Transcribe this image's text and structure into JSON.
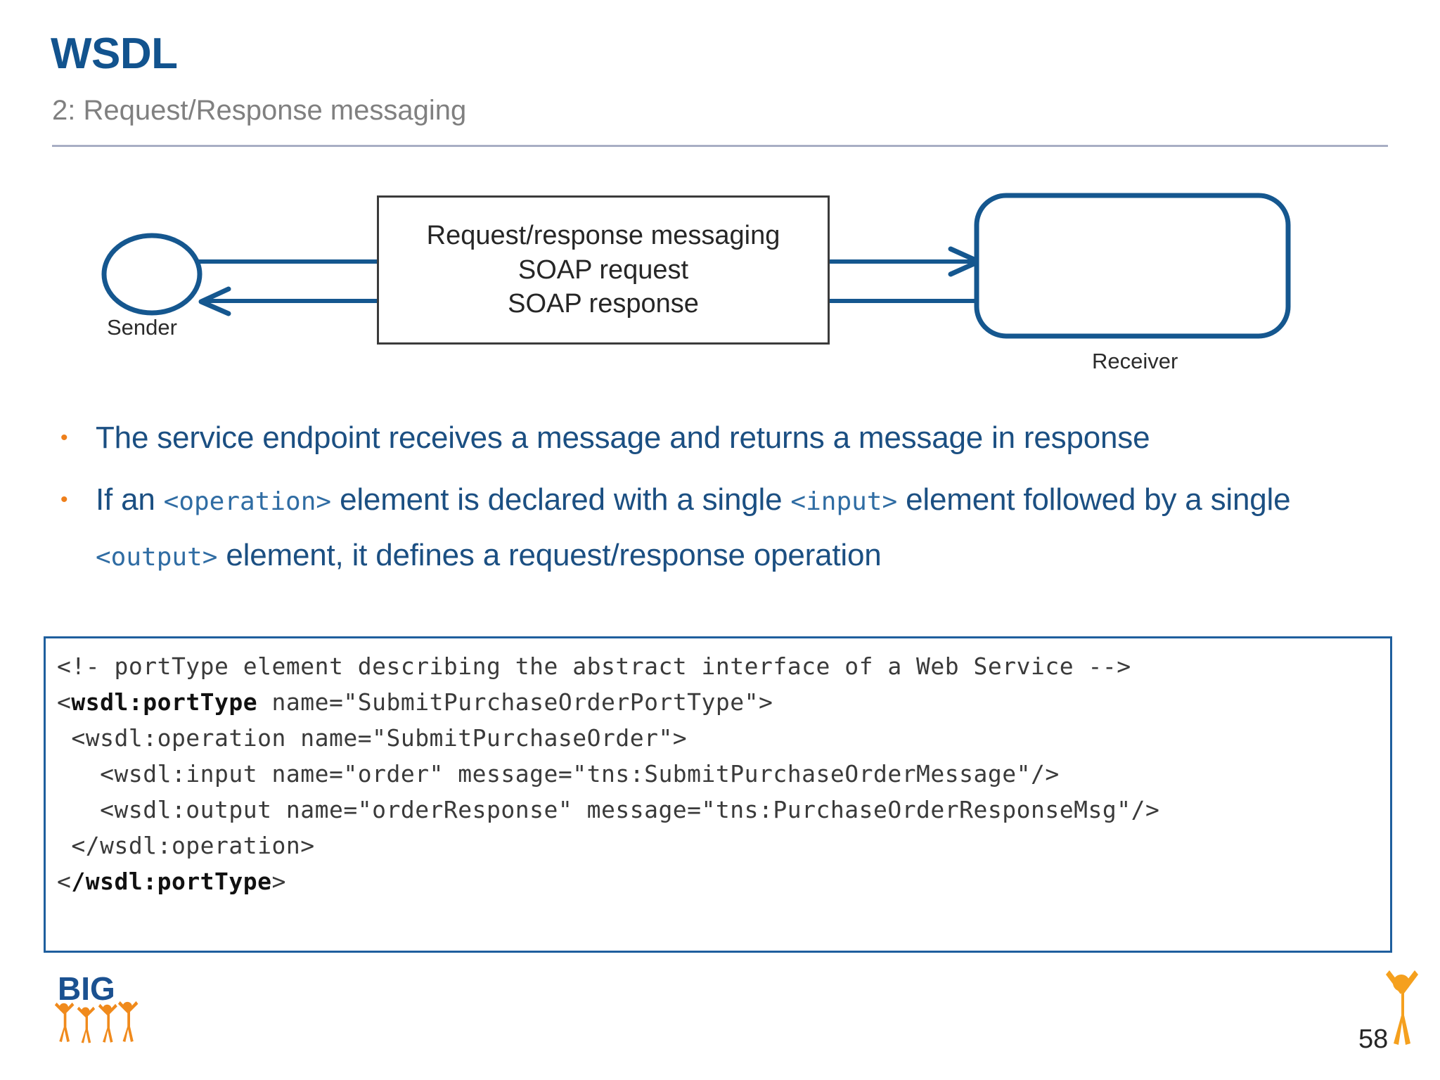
{
  "header": {
    "title": "WSDL",
    "subtitle": "2: Request/Response messaging",
    "title_color": "#12538e",
    "subtitle_color": "#808080",
    "rule_color": "#a8aec4"
  },
  "diagram": {
    "sender_label": "Sender",
    "receiver_label": "Receiver",
    "box_lines": [
      "Request/response messaging",
      "SOAP request",
      "SOAP response"
    ],
    "line_color": "#15578f",
    "box_border_color": "#3b3b3b"
  },
  "bullets": [
    {
      "marker": "•",
      "parts": [
        {
          "text": "The service endpoint receives a message and returns a message in response",
          "mono": false
        }
      ]
    },
    {
      "marker": "•",
      "parts": [
        {
          "text": "If an ",
          "mono": false
        },
        {
          "text": "<operation>",
          "mono": true
        },
        {
          "text": " element is declared with a single ",
          "mono": false
        },
        {
          "text": "<input>",
          "mono": true
        },
        {
          "text": " element followed by a single ",
          "mono": false
        },
        {
          "text": "<output>",
          "mono": true
        },
        {
          "text": " element, it defines a request/response operation",
          "mono": false
        }
      ]
    }
  ],
  "code_block": {
    "border_color": "#1f5f9e",
    "lines": [
      [
        {
          "t": "<!- portType element describing the abstract interface of a Web Service -->",
          "b": false
        }
      ],
      [
        {
          "t": "<",
          "b": false
        },
        {
          "t": "wsdl:portType",
          "b": true
        },
        {
          "t": " name=\"SubmitPurchaseOrderPortType\">",
          "b": false
        }
      ],
      [
        {
          "t": " <wsdl:operation name=\"SubmitPurchaseOrder\">",
          "b": false
        }
      ],
      [
        {
          "t": "   <wsdl:input name=\"order\" message=\"tns:SubmitPurchaseOrderMessage\"/>",
          "b": false
        }
      ],
      [
        {
          "t": "   <wsdl:output name=\"orderResponse\" message=\"tns:PurchaseOrderResponseMsg\"/>",
          "b": false
        }
      ],
      [
        {
          "t": " </wsdl:operation>",
          "b": false
        }
      ],
      [
        {
          "t": "<",
          "b": false
        },
        {
          "t": "/wsdl:portType",
          "b": true
        },
        {
          "t": ">",
          "b": false
        }
      ]
    ]
  },
  "footer": {
    "logo_text": "BIG",
    "logo_blue": "#1b5190",
    "logo_orange": "#f08a1c",
    "page_number": "58"
  }
}
